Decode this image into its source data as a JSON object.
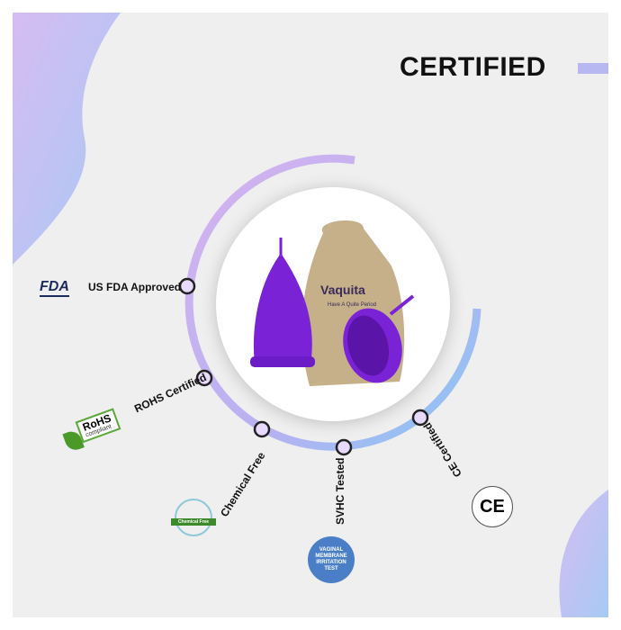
{
  "header": {
    "title": "CERTIFIED"
  },
  "product": {
    "brand": "Vaquita",
    "tagline": "Have A Quite Period"
  },
  "certifications": [
    {
      "label": "US FDA Approved",
      "badge": "FDA"
    },
    {
      "label": "ROHS Certified",
      "badge_main": "RoHS",
      "badge_sub": "compliant"
    },
    {
      "label": "Chemical Free",
      "badge": "Chemical Free"
    },
    {
      "label": "SVHC Tested",
      "badge": "VAGINAL MEMBRANE IRRITATION TEST"
    },
    {
      "label": "CE Certified",
      "badge": "CE"
    }
  ],
  "colors": {
    "accent_purple": "#c9a8ee",
    "accent_blue": "#8fc8f4",
    "cup": "#7a22d6"
  }
}
